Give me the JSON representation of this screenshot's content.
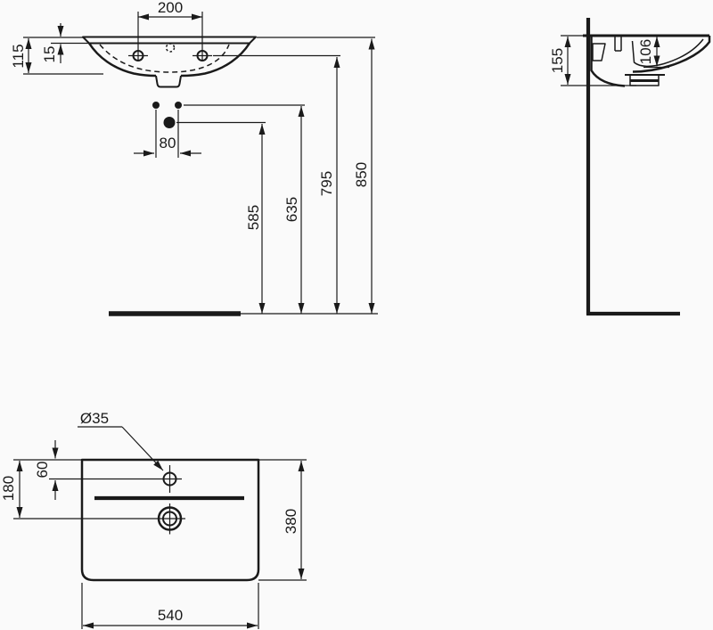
{
  "drawing": {
    "type": "washbasin-technical-drawing",
    "colors": {
      "line": "#1a1a1a",
      "background": "#fafafa"
    }
  },
  "dims": {
    "front": {
      "d200": "200",
      "d115": "115",
      "d15": "15",
      "d80": "80",
      "d585": "585",
      "d635": "635",
      "d795": "795",
      "d850": "850"
    },
    "side": {
      "d155": "155",
      "d106": "106"
    },
    "plan": {
      "d35": "Ø35",
      "d60": "60",
      "d180": "180",
      "d380": "380",
      "d540": "540"
    }
  }
}
